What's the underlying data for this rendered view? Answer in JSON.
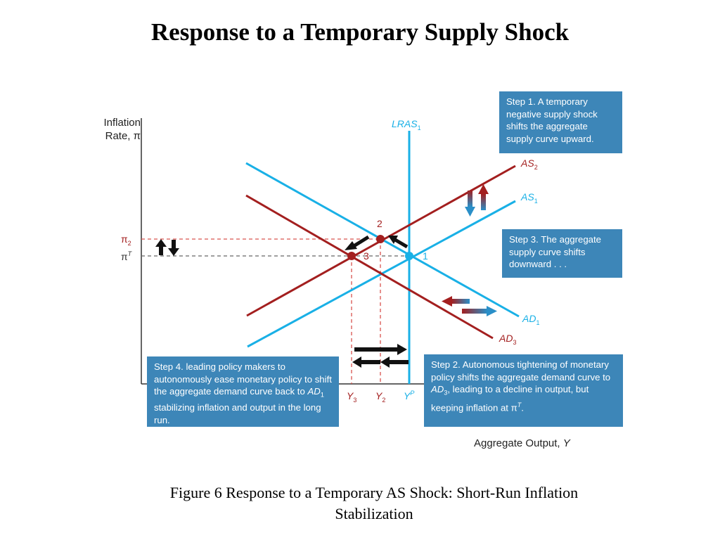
{
  "slide": {
    "title": "Response to a Temporary Supply Shock",
    "caption_line1": "Figure 6  Response to a Temporary AS Shock: Short-Run Inflation",
    "caption_line2": "Stabilization"
  },
  "axes": {
    "y_label_line1": "Inflation",
    "y_label_line2": "Rate, π",
    "x_label": "Aggregate Output, ",
    "x_label_var": "Y"
  },
  "curves": {
    "lras": {
      "base": "LRAS",
      "sub": "1"
    },
    "as2": {
      "base": "AS",
      "sub": "2"
    },
    "as1": {
      "base": "AS",
      "sub": "1"
    },
    "ad1": {
      "base": "AD",
      "sub": "1"
    },
    "ad3": {
      "base": "AD",
      "sub": "3"
    }
  },
  "y_ticks": {
    "pi2": {
      "base": "π",
      "sub": "2"
    },
    "piT": {
      "base": "π",
      "sup": "T"
    }
  },
  "x_ticks": {
    "y3": {
      "base": "Y",
      "sub": "3"
    },
    "y2": {
      "base": "Y",
      "sub": "2"
    },
    "yp": {
      "base": "Y",
      "sup": "P"
    }
  },
  "points": {
    "p1": "1",
    "p2": "2",
    "p3": "3"
  },
  "colors": {
    "blue": "#19b0e6",
    "red": "#a31f1f",
    "box": "#3d86b8",
    "dash_red": "#d9534f",
    "dash_gray": "#666666"
  },
  "steps": {
    "step1": "Step 1. A temporary negative supply shock shifts the aggregate supply curve upward.",
    "step3": "Step 3. The aggregate supply curve shifts downward . . .",
    "step2": {
      "part1": "Step 2. Autonomous tightening of monetary policy shifts the aggregate demand curve to ",
      "ad3": "AD",
      "ad3_sub": "3",
      "part2": ", leading to a decline in output, but keeping inflation at π",
      "sup": "T",
      "end": "."
    },
    "step4": {
      "part1": "Step 4. leading policy makers to autonomously ease monetary policy to shift the aggregate demand curve back to ",
      "ad1": "AD",
      "ad1_sub": "1",
      "part2": " stabilizing inflation and output in the long run."
    }
  }
}
